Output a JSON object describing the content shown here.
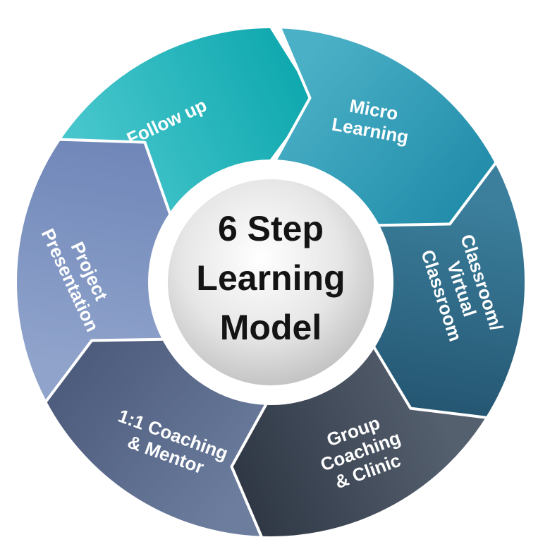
{
  "title_lines": [
    "6 Step",
    "Learning",
    "Model"
  ],
  "steps": [
    {
      "id": "follow-up",
      "lines": [
        "Follow up"
      ],
      "color_light": "#46c6cc",
      "color_dark": "#0ea8ae"
    },
    {
      "id": "micro-learning",
      "lines": [
        "Micro",
        "Learning"
      ],
      "color_light": "#4ab0c6",
      "color_dark": "#1f8aa8"
    },
    {
      "id": "classroom-virtual-classroom",
      "lines": [
        "Classroom/",
        "Virtual",
        "Classroom"
      ],
      "color_light": "#3b7f9c",
      "color_dark": "#23536f"
    },
    {
      "id": "group-coaching-clinic",
      "lines": [
        "Group",
        "Coaching",
        "& Clinic"
      ],
      "color_light": "#55606f",
      "color_dark": "#2c3441"
    },
    {
      "id": "one-on-one-coaching-mentor",
      "lines": [
        "1:1 Coaching",
        "& Mentor"
      ],
      "color_light": "#6c7d9e",
      "color_dark": "#4a5879"
    },
    {
      "id": "project-presentation",
      "lines": [
        "Project",
        "Presentation"
      ],
      "color_light": "#8fa3cb",
      "color_dark": "#6f86b8"
    }
  ]
}
